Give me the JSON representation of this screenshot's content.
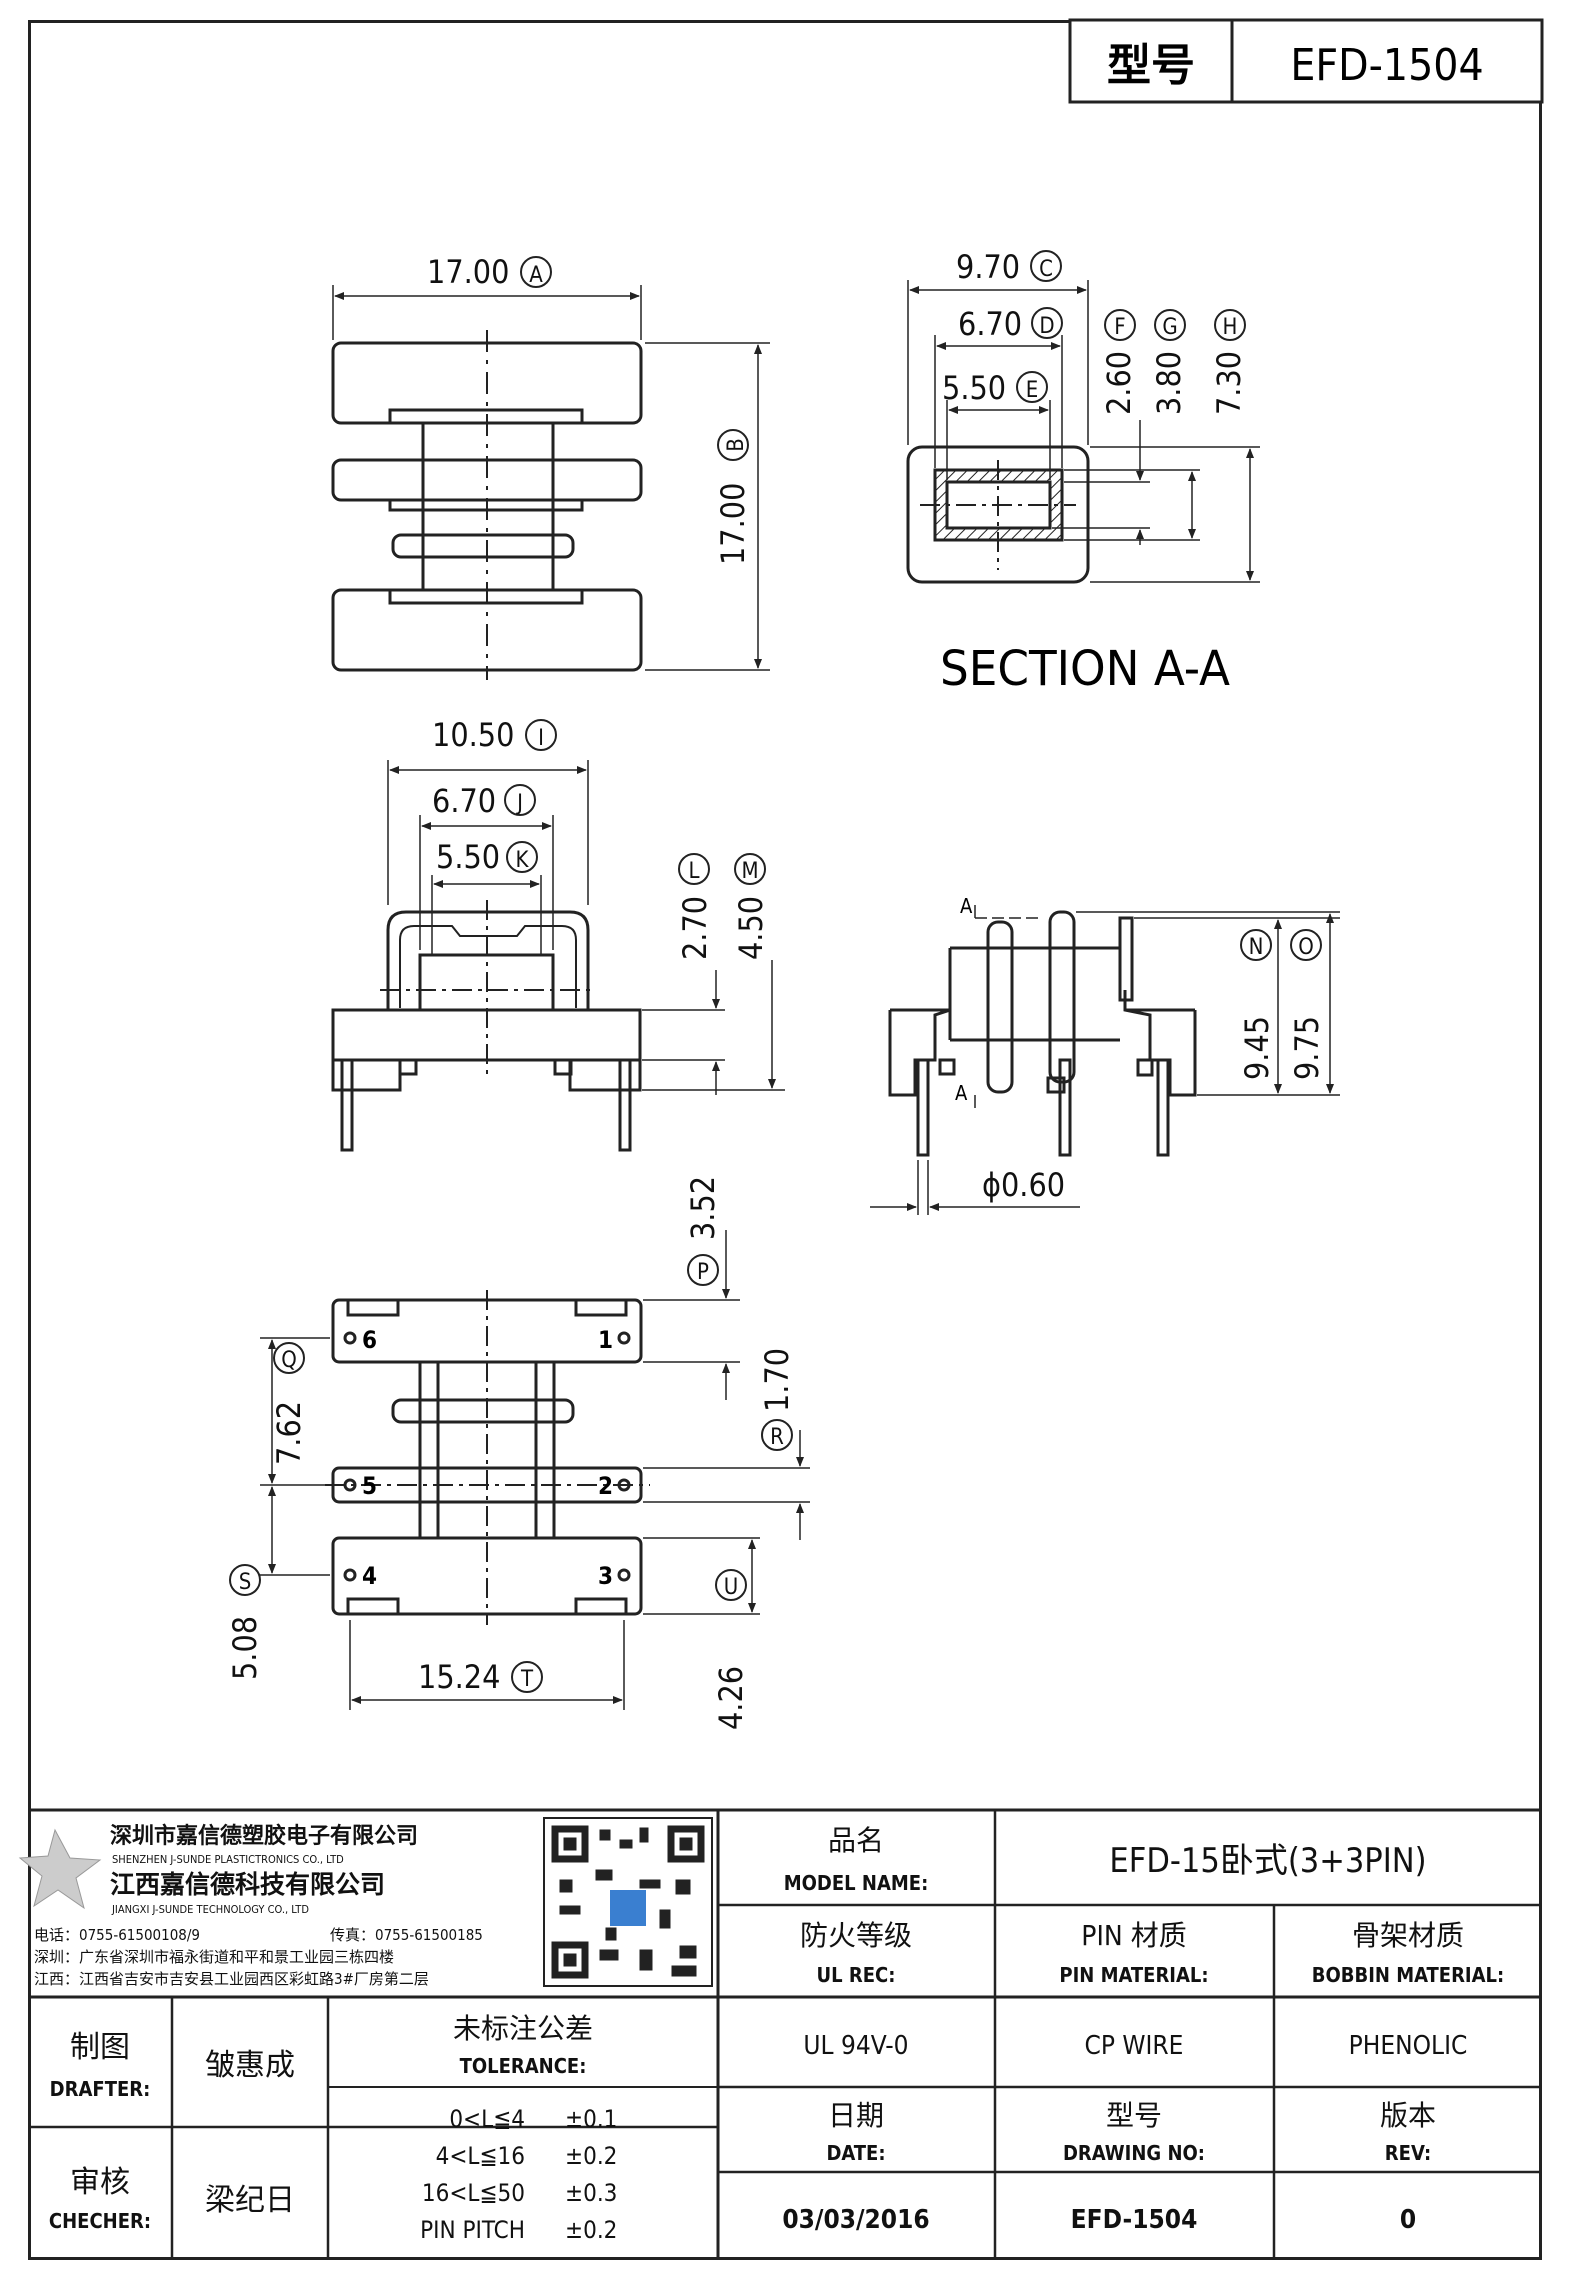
{
  "header": {
    "model_label": "型号",
    "model_value": "EFD-1504"
  },
  "dims": {
    "A": "17.00",
    "B": "17.00",
    "C": "9.70",
    "D": "6.70",
    "E": "5.50",
    "F": "2.60",
    "G": "3.80",
    "H": "7.30",
    "I": "10.50",
    "J": "6.70",
    "K": "5.50",
    "L": "2.70",
    "M": "4.50",
    "N": "9.45",
    "O": "9.75",
    "pin_dia": "ϕ0.60",
    "P": "3.52",
    "Q": "7.62",
    "R": "1.70",
    "S": "5.08",
    "T": "15.24",
    "U": "4.26"
  },
  "dim_letters": [
    "A",
    "B",
    "C",
    "D",
    "E",
    "F",
    "G",
    "H",
    "I",
    "J",
    "K",
    "L",
    "M",
    "N",
    "O",
    "P",
    "Q",
    "R",
    "S",
    "T",
    "U"
  ],
  "section_label": "SECTION A-A",
  "section_marks": [
    "A",
    "A"
  ],
  "pin_numbers": [
    "6",
    "1",
    "5",
    "2",
    "4",
    "3"
  ],
  "company": {
    "name_cn_1": "深圳市嘉信德塑胶电子有限公司",
    "name_en_1": "SHENZHEN J-SUNDE PLASTICTRONICS CO., LTD",
    "name_cn_2": "江西嘉信德科技有限公司",
    "name_en_2": "JIANGXI J-SUNDE TECHNOLOGY CO., LTD",
    "phone": "电话：0755-61500108/9",
    "fax": "传真：0755-61500185",
    "addr_sz": "深圳：广东省深圳市福永街道和平和景工业园三栋四楼",
    "addr_jx": "江西：江西省吉安市吉安县工业园西区彩虹路3#厂房第二层"
  },
  "titleblock": {
    "model_name_cn": "品名",
    "model_name_en": "MODEL NAME:",
    "model_name_value": "EFD-15卧式(3+3PIN)",
    "ul_cn": "防火等级",
    "ul_en": "UL REC:",
    "ul_value": "UL 94V-0",
    "pin_cn": "PIN 材质",
    "pin_en": "PIN MATERIAL:",
    "pin_value": "CP WIRE",
    "bobbin_cn": "骨架材质",
    "bobbin_en": "BOBBIN MATERIAL:",
    "bobbin_value": "PHENOLIC",
    "drafter_cn": "制图",
    "drafter_en": "DRAFTER:",
    "drafter_value": "皱惠成",
    "checker_cn": "审核",
    "checker_en": "CHECHER:",
    "checker_value": "梁纪日",
    "tol_cn": "未标注公差",
    "tol_en": "TOLERANCE:",
    "tol_rows": [
      {
        "range": "0<L≦4",
        "value": "±0.1"
      },
      {
        "range": "4<L≦16",
        "value": "±0.2"
      },
      {
        "range": "16<L≦50",
        "value": "±0.3"
      },
      {
        "range": "PIN PITCH",
        "value": "±0.2"
      }
    ],
    "date_cn": "日期",
    "date_en": "DATE:",
    "date_value": "03/03/2016",
    "dwg_cn": "型号",
    "dwg_en": "DRAWING NO:",
    "dwg_value": "EFD-1504",
    "rev_cn": "版本",
    "rev_en": "REV:",
    "rev_value": "0"
  }
}
